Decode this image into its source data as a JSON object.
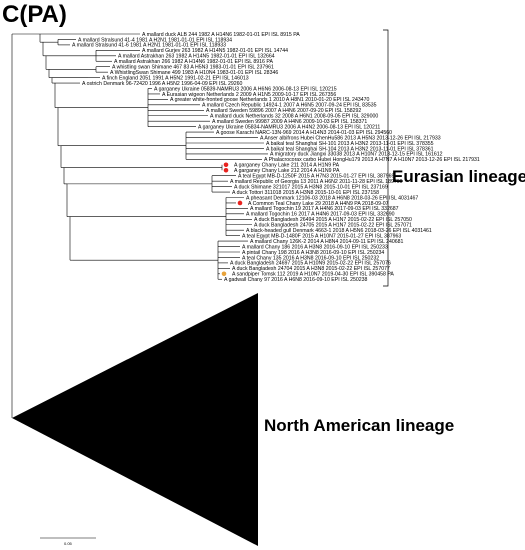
{
  "figure": {
    "panel_label": "C(PA)",
    "lineages": [
      {
        "name": "Eurasian lineage"
      },
      {
        "name": "North American lineage"
      }
    ],
    "scale_label": "0.05",
    "colors": {
      "red_marker": "#e8231f",
      "orange_marker": "#e8a33b",
      "collapsed_clade": "#000000"
    }
  },
  "taxa": [
    {
      "label": "A mallard duck ALB 244 1982 A H14N6 1982-01-01 EPI ISL 8915 PA"
    },
    {
      "label": "A mallard Stralsund 41-4 1981 A H2N1 1981-01-01 EPI ISL 118934"
    },
    {
      "label": "A mallard Stralsund 41-6 1981 A H2N1 1981-01-01 EPI ISL 118933"
    },
    {
      "label": "A mallard Gurjev 263 1982 A H14N5 1982-01-01 EPI ISL 14744"
    },
    {
      "label": "A mallard Astrakhan 263 1982 A H14N5 1982-01-01 EPI ISL 132664"
    },
    {
      "label": "A mallard Astrakhan 266 1982 A H14N6 1982-01-01 EPI ISL 8916 PA"
    },
    {
      "label": "A whistling swan Shimane 467 83 A H5N3 1983-01-01 EPI ISL 237961"
    },
    {
      "label": "A WhistlingSwan Shimane 499 1983 A H10N4 1983-01-01 EPI ISL 28346"
    },
    {
      "label": "A finch England 2051 1991 A H5N2 1991-02-21 EPI ISL 146013"
    },
    {
      "label": "A ostrich Denmark 96-72420 1996 A H5N2 1996-04-09 EPI ISL 29260"
    },
    {
      "label": "A garganey Ukraine 05839-NAMRU3 2006 A H6N6 2006-08-13 EPI ISL 120215"
    },
    {
      "label": "A Eurasian wigeon Netherlands 2 2009 A H1N5 2009-10-17 EPI ISL 267356"
    },
    {
      "label": "A greater white-fronted goose Netherlands 1 2010 A H8N1 2010-01-20 EPI ISL 243470"
    },
    {
      "label": "A mallard Czech Republic 14924-1 2007 A H6N5 2007-09-24 EPI ISL 83535"
    },
    {
      "label": "A mallard Sweden 59896 2007 A H4N6 2007-09-20 EPI ISL 158292"
    },
    {
      "label": "A mallard duck Netherlands 32 2008 A H6N1 2008-09-05 EPI ISL 329000"
    },
    {
      "label": "A mallard Sweden 99987 2009 A H4N6 2009-10-03 EPI ISL 158371"
    },
    {
      "label": "A garganey Ukraine 05834-NAMRU3 2006 A H4N2 2006-08-13 EPI ISL 120211"
    },
    {
      "label": "A goose Karachi NARC-13N-969 2014 A H14N3 2014-01-03 EPI ISL 294560"
    },
    {
      "label": "A Anser albifrons Hubei ChenHu586 2013 A H5N3 2013-12-26 EPI ISL 217933"
    },
    {
      "label": "A baikal teal Shanghai SH-101 2013 A H3N2 2013-11-01 EPI ISL 378355"
    },
    {
      "label": "A baikal teal Shanghai SH-104 2013 A H3N2 2013-11-01 EPI ISL 378361"
    },
    {
      "label": "A migratory duck Jiangxi 33038 2013 A H10N7 2013-12-15 EPI ISL 161612"
    },
    {
      "label": "A Phalacrocorax carbo Hubei HongHu179 2013 A H7N7 A H10N7 2013-12-26 EPI ISL 217931"
    },
    {
      "label": "A garganey Chany Lake 211 2014 A H1N9 PA",
      "marker": "red"
    },
    {
      "label": "A garganey Chany Lake 212 2014 A H1N9 PA",
      "marker": "red"
    },
    {
      "label": "A teal Egypt MB-D-1250F 2015 A H7N3 2015-01-27 EPI ISL 387969"
    },
    {
      "label": "A mallard Republic of Georgia 13 2011 A H6N2 2011-11-28 EPI ISL 189700"
    },
    {
      "label": "A duck Shimane 321017 2015 A H3N8 2015-10-01 EPI ISL 237169"
    },
    {
      "label": "A duck Tottori 311018 2015 A H3N8 2015-10-01 EPI ISL 237158"
    },
    {
      "label": "A pheasant Denmark 12106-03 2018 A H6N8 2018-03-26 EPI ISL 4031467"
    },
    {
      "label": "A Common Teal Chany Lake 29 2018 A H4N9 PA 2018-09-07",
      "marker": "red"
    },
    {
      "label": "A mallard Togochin 19 2017 A H4N6 2017-09-03 EPI ISL 332687"
    },
    {
      "label": "A mallard Togochin 16 2017 A H4N6 2017-09-03 EPI ISL 332690"
    },
    {
      "label": "A duck Bangladesh 26494 2015 A H1N7 2015-02-22 EPI ISL 257050"
    },
    {
      "label": "A duck Bangladesh 24705 2015 A H1N7 2015-02-22 EPI ISL 257071"
    },
    {
      "label": "A black-headed gull Denmark 4663-1 2018 A H5N6 2018-03-26 EPI ISL 4031461"
    },
    {
      "label": "A teal Egypt MB-D-1480F 2015 A H10N7 2015-01-27 EPI ISL 387963"
    },
    {
      "label": "A mallard Chany 126K-2 2014 A H8N4 2014-09-11 EPI ISL 240681"
    },
    {
      "label": "A mallard Chany 186 2016 A H3N8 2016-09-10 EPI ISL 250233"
    },
    {
      "label": "A pintail Chany 198 2016 A H3N8 2016-09-10 EPI ISL 250234"
    },
    {
      "label": "A teal Chany 135 2016 A H3N8 2016-09-10 EPI ISL 250232"
    },
    {
      "label": "A duck Bangladesh 24697 2015 A H10N9 2015-02-22 EPI ISL 257076"
    },
    {
      "label": "A duck Bangladesh 24704 2015 A H3N8 2015-02-22 EPI ISL 257077"
    },
    {
      "label": "A sandpiper Tomsk 112 2019 A H10N7 2019-04-30 EPI ISL 390458 PA",
      "marker": "orange"
    },
    {
      "label": "A gadwall Chany 97 2016 A H6N8 2016-09-10 EPI ISL 250238"
    }
  ]
}
